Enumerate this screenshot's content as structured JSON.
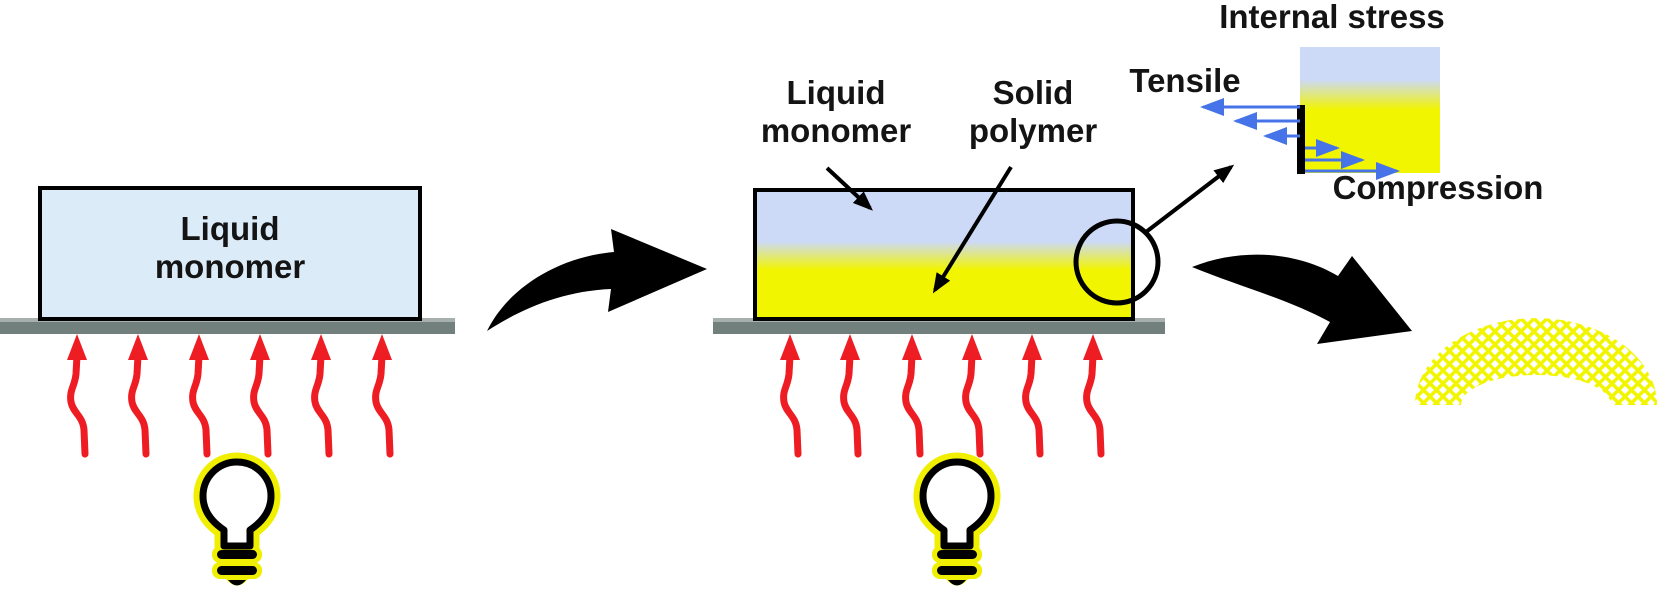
{
  "stage1": {
    "block_label_line1": "Liquid",
    "block_label_line2": "monomer"
  },
  "stage2": {
    "liquid_label_line1": "Liquid",
    "liquid_label_line2": "monomer",
    "solid_label_line1": "Solid",
    "solid_label_line2": "polymer"
  },
  "stress_diagram": {
    "title": "Internal stress",
    "tensile_label": "Tensile",
    "compression_label": "Compression"
  },
  "colors": {
    "liquid_monomer_blue": "#dcebf8",
    "layer_blue": "#ccd9f7",
    "polymer_yellow": "#f2f500",
    "substrate_gray": "#71807d",
    "substrate_gray_highlight": "#a7b0ad",
    "uv_red": "#ee1d23",
    "stress_arrow_blue": "#4673e7",
    "bulb_glow_yellow": "#f0ef00",
    "ink_black": "#000000"
  }
}
